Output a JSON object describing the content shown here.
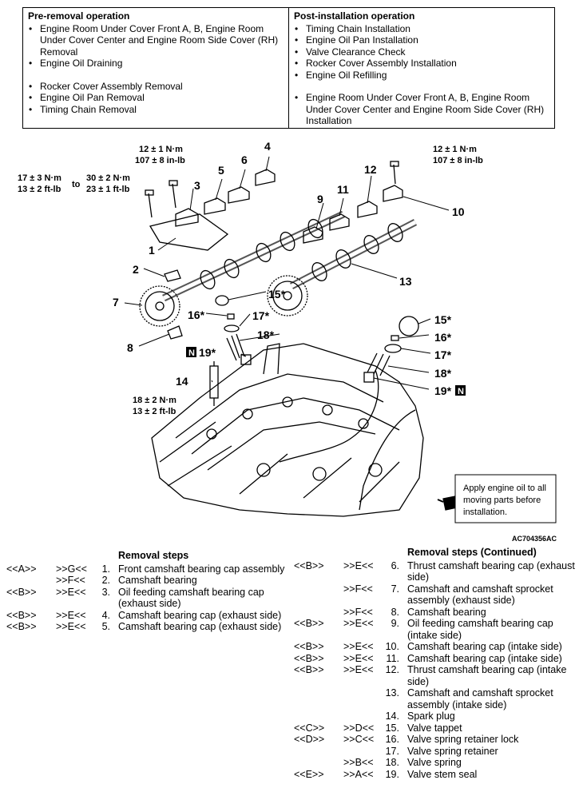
{
  "pre_removal": {
    "title": "Pre-removal operation",
    "items": [
      "Engine Room Under Cover Front A, B, Engine Room Under Cover Center and Engine Room Side Cover (RH) Removal",
      "Engine Oil Draining",
      "Rocker Cover Assembly Removal",
      "Engine Oil Pan Removal",
      "Timing Chain Removal"
    ]
  },
  "post_installation": {
    "title": "Post-installation operation",
    "items": [
      "Timing Chain Installation",
      "Engine Oil Pan Installation",
      "Valve Clearance Check",
      "Rocker Cover Assembly Installation",
      "Engine Oil Refilling",
      "Engine Room Under Cover Front A, B, Engine Room Under Cover Center and Engine Room Side Cover (RH) Installation"
    ]
  },
  "diagram": {
    "torque_a1": "17 ± 3 N·m",
    "torque_a2": "13 ± 2 ft-lb",
    "to": "to",
    "torque_b1": "30 ± 2 N·m",
    "torque_b2": "23 ± 1 ft-lb",
    "torque_c1": "12 ± 1 N·m",
    "torque_c2": "107 ± 8 in-lb",
    "torque_d1": "12 ± 1 N·m",
    "torque_d2": "107 ± 8 in-lb",
    "torque_e1": "18 ± 2 N·m",
    "torque_e2": "13 ± 2 ft-lb",
    "labels": {
      "l1": "1",
      "l2": "2",
      "l3": "3",
      "l4": "4",
      "l5": "5",
      "l6": "6",
      "l7": "7",
      "l8": "8",
      "l9": "9",
      "l10": "10",
      "l11": "11",
      "l12": "12",
      "l13": "13",
      "l14": "14",
      "l15a": "15*",
      "l16a": "16*",
      "l17a": "17*",
      "l18a": "18*",
      "l19a": "19*",
      "l15b": "15*",
      "l16b": "16*",
      "l17b": "17*",
      "l18b": "18*",
      "l19b": "19*"
    },
    "n_mark": "N",
    "note_lines": [
      "Apply engine oil to all",
      "moving parts before",
      "installation."
    ],
    "figure_code": "AC704356AC"
  },
  "steps_left": {
    "title": "Removal steps",
    "rows": [
      {
        "a": "<<A>>",
        "b": ">>G<<",
        "n": "1.",
        "t": "Front camshaft bearing cap assembly"
      },
      {
        "a": "",
        "b": ">>F<<",
        "n": "2.",
        "t": "Camshaft bearing"
      },
      {
        "a": "<<B>>",
        "b": ">>E<<",
        "n": "3.",
        "t": "Oil feeding camshaft bearing cap (exhaust side)"
      },
      {
        "a": "<<B>>",
        "b": ">>E<<",
        "n": "4.",
        "t": "Camshaft bearing cap (exhaust side)"
      },
      {
        "a": "<<B>>",
        "b": ">>E<<",
        "n": "5.",
        "t": "Camshaft bearing cap (exhaust side)"
      }
    ]
  },
  "steps_right": {
    "title": "Removal steps (Continued)",
    "rows": [
      {
        "a": "<<B>>",
        "b": ">>E<<",
        "n": "6.",
        "t": "Thrust camshaft bearing cap (exhaust side)"
      },
      {
        "a": "",
        "b": ">>F<<",
        "n": "7.",
        "t": "Camshaft and camshaft sprocket assembly (exhaust side)"
      },
      {
        "a": "",
        "b": ">>F<<",
        "n": "8.",
        "t": "Camshaft bearing"
      },
      {
        "a": "<<B>>",
        "b": ">>E<<",
        "n": "9.",
        "t": "Oil feeding camshaft bearing cap (intake side)"
      },
      {
        "a": "<<B>>",
        "b": ">>E<<",
        "n": "10.",
        "t": "Camshaft bearing cap (intake side)"
      },
      {
        "a": "<<B>>",
        "b": ">>E<<",
        "n": "11.",
        "t": "Camshaft bearing cap (intake side)"
      },
      {
        "a": "<<B>>",
        "b": ">>E<<",
        "n": "12.",
        "t": "Thrust camshaft bearing cap (intake side)"
      },
      {
        "a": "",
        "b": "",
        "n": "13.",
        "t": "Camshaft and camshaft sprocket assembly (intake side)"
      },
      {
        "a": "",
        "b": "",
        "n": "14.",
        "t": "Spark plug"
      },
      {
        "a": "<<C>>",
        "b": ">>D<<",
        "n": "15.",
        "t": "Valve tappet"
      },
      {
        "a": "<<D>>",
        "b": ">>C<<",
        "n": "16.",
        "t": "Valve spring retainer lock"
      },
      {
        "a": "",
        "b": "",
        "n": "17.",
        "t": "Valve spring retainer"
      },
      {
        "a": "",
        "b": ">>B<<",
        "n": "18.",
        "t": "Valve spring"
      },
      {
        "a": "<<E>>",
        "b": ">>A<<",
        "n": "19.",
        "t": "Valve stem seal"
      }
    ]
  }
}
